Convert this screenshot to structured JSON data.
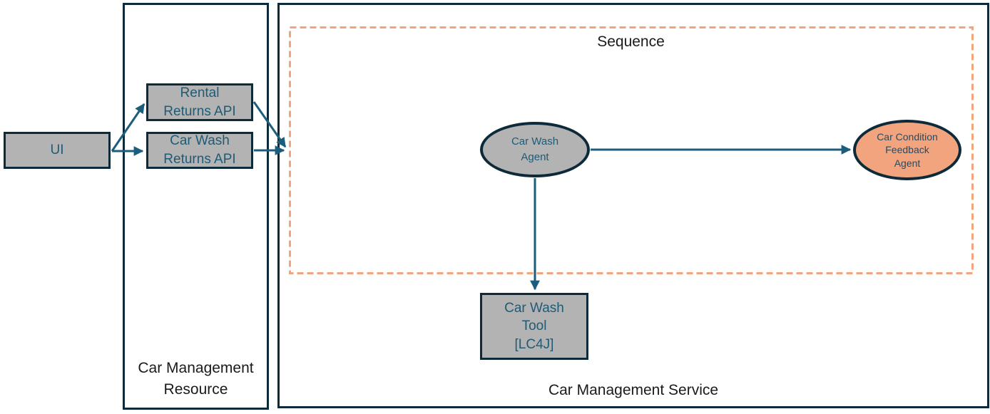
{
  "colors": {
    "node_fill_gray": "#b3b3b3",
    "node_fill_orange": "#f2a47e",
    "border_dark": "#0d2a3a",
    "arrow_teal": "#1c5d7c",
    "node_text_teal": "#1e5b76",
    "orange_node_text": "#2b4a5e",
    "label_black": "#1a1a1a",
    "sequence_dash_orange": "#f2a47e",
    "canvas_bg": "#ffffff"
  },
  "containers": {
    "resource": {
      "line1": "Car Management",
      "line2": "Resource"
    },
    "service": {
      "label": "Car Management Service"
    },
    "sequence": {
      "label": "Sequence"
    }
  },
  "nodes": {
    "ui": {
      "label": "UI"
    },
    "rental_returns_api": {
      "line1": "Rental",
      "line2": "Returns API"
    },
    "car_wash_returns_api": {
      "line1": "Car Wash",
      "line2": "Returns API"
    },
    "car_wash_agent": {
      "line1": "Car Wash",
      "line2": "Agent"
    },
    "car_condition_feedback_agent": {
      "line1": "Car Condition",
      "line2": "Feedback",
      "line3": "Agent"
    },
    "car_wash_tool": {
      "line1": "Car Wash",
      "line2": "Tool",
      "line3": "[LC4J]"
    }
  }
}
